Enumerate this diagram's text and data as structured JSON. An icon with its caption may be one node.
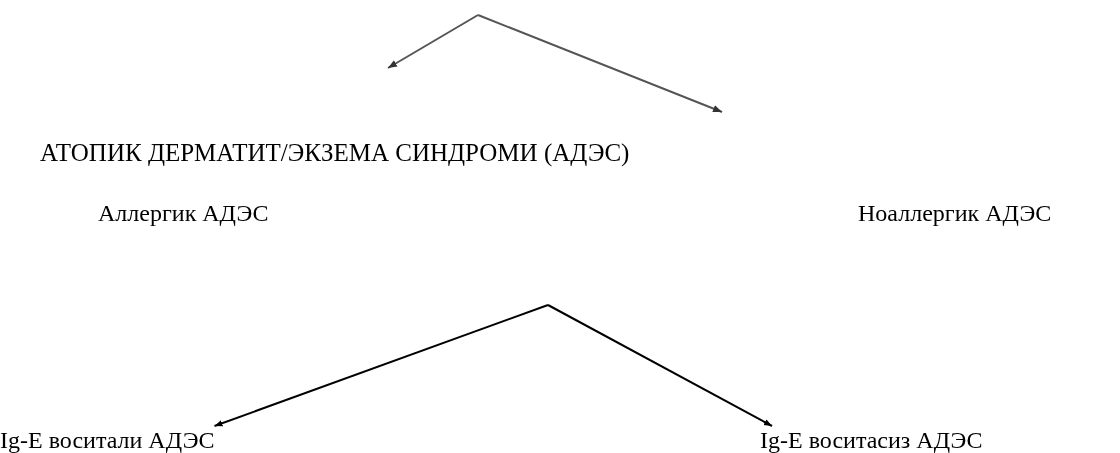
{
  "diagram": {
    "title": "АТОПИК ДЕРМАТИТ/ЭКЗЕМА СИНДРОМИ (АДЭС)",
    "nodes": [
      {
        "text": [
          "Аллергик АДЭС"
        ]
      },
      {
        "text": [
          "Ноаллергик АДЭС"
        ]
      },
      {
        "text": [
          "Ig-E воситали АДЭС"
        ]
      },
      {
        "text": [
          "Ig-E воситасиз АДЭС"
        ]
      }
    ],
    "edges": [
      {
        "from": null,
        "to": 2,
        "arrow": "to"
      },
      {
        "from": null,
        "to": 3,
        "arrow": "to"
      }
    ]
  }
}
